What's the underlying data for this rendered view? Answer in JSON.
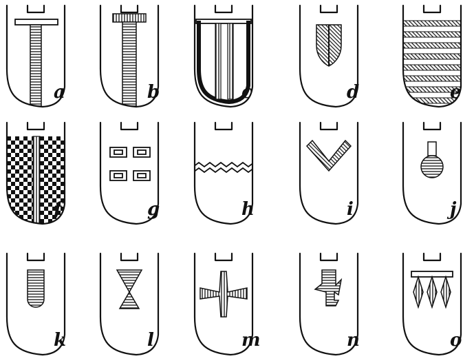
{
  "figure": {
    "figures": [
      {
        "letter": "a",
        "motif": "t-shape-horizontal-hatch"
      },
      {
        "letter": "b",
        "motif": "t-shape-with-hilt"
      },
      {
        "letter": "c",
        "motif": "bordered-with-vertical-bands"
      },
      {
        "letter": "d",
        "motif": "small-shield-diagonal-hatch"
      },
      {
        "letter": "e",
        "motif": "horizontal-stripes"
      },
      {
        "letter": "f",
        "motif": "checkerboard-with-vertical-band"
      },
      {
        "letter": "g",
        "motif": "four-rectangles"
      },
      {
        "letter": "h",
        "motif": "zigzag-band"
      },
      {
        "letter": "i",
        "motif": "chevron"
      },
      {
        "letter": "j",
        "motif": "pendant-disc"
      },
      {
        "letter": "k",
        "motif": "hatched-tongue"
      },
      {
        "letter": "l",
        "motif": "hourglass"
      },
      {
        "letter": "m",
        "motif": "cross"
      },
      {
        "letter": "n",
        "motif": "anchor-shape"
      },
      {
        "letter": "o",
        "motif": "bar-with-three-diamonds"
      }
    ]
  }
}
